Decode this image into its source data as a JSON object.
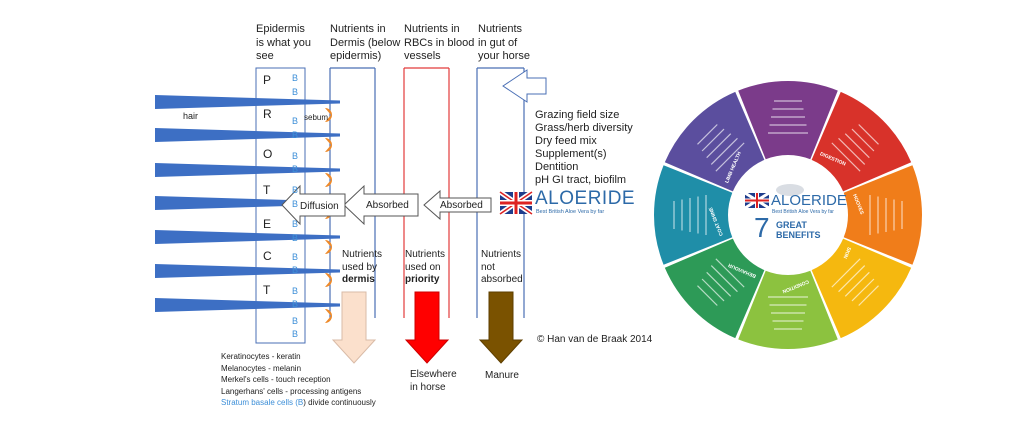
{
  "headers": {
    "epidermis": [
      "Epidermis",
      "is what you",
      "see"
    ],
    "dermis": [
      "Nutrients in",
      "Dermis (below",
      "epidermis)"
    ],
    "rbc": [
      "Nutrients in",
      "RBCs in blood",
      "vessels"
    ],
    "gut": [
      "Nutrients",
      "in gut of",
      "your horse"
    ]
  },
  "protect_letters": [
    "P",
    "R",
    "O",
    "T",
    "E",
    "C",
    "T"
  ],
  "basal_cell_mark": "B",
  "labels": {
    "hair": "hair",
    "sebum": "sebum",
    "diffusion": "Diffusion",
    "absorbed_1": "Absorbed",
    "absorbed_2": "Absorbed"
  },
  "gut_factors": [
    "Grazing field size",
    "Grass/herb diversity",
    "Dry feed mix",
    "Supplement(s)",
    "Dentition",
    "pH GI tract, biofilm"
  ],
  "outcomes": {
    "dermis": {
      "line1": "Nutrients",
      "line2": "used by",
      "bold": "dermis"
    },
    "priority": {
      "line1": "Nutrients",
      "line2": "used on",
      "bold": "priority"
    },
    "not_absorbed": {
      "line1": "Nutrients",
      "line2": "not",
      "line3": "absorbed"
    }
  },
  "destinations": {
    "horse": [
      "Elsewhere",
      "in horse"
    ],
    "manure": "Manure"
  },
  "cells_legend": [
    "Keratinocytes - keratin",
    "Melanocytes - melanin",
    "Merkel's cells - touch reception",
    "Langerhans' cells - processing antigens"
  ],
  "cells_legend_basal": {
    "text_before": "Stratum basale cells (",
    "mark": "B",
    "text_after": ") divide continuously"
  },
  "copyright": "© Han van de Braak 2014",
  "brand": {
    "name": "ALOERIDE",
    "tagline": "Best British Aloe Vera by far"
  },
  "wheel": {
    "center_number": "7",
    "center_title": [
      "GREAT",
      "BENEFITS"
    ],
    "segments": [
      "DIGESTION",
      "HOOVES",
      "SKIN",
      "CONDITION",
      "BEHAVIOUR",
      "COAT SHINE",
      "LIMB HEALTH"
    ]
  },
  "colors": {
    "dermis_arrow": "#fbe0cc",
    "priority_arrow": "#ff0000",
    "manure_arrow": "#7a5200",
    "hair_lines": "#3d6fc4",
    "sebum": "#ee8a2a",
    "rbc_border": "#e23b3b",
    "box_border": "#4a6fb5"
  }
}
